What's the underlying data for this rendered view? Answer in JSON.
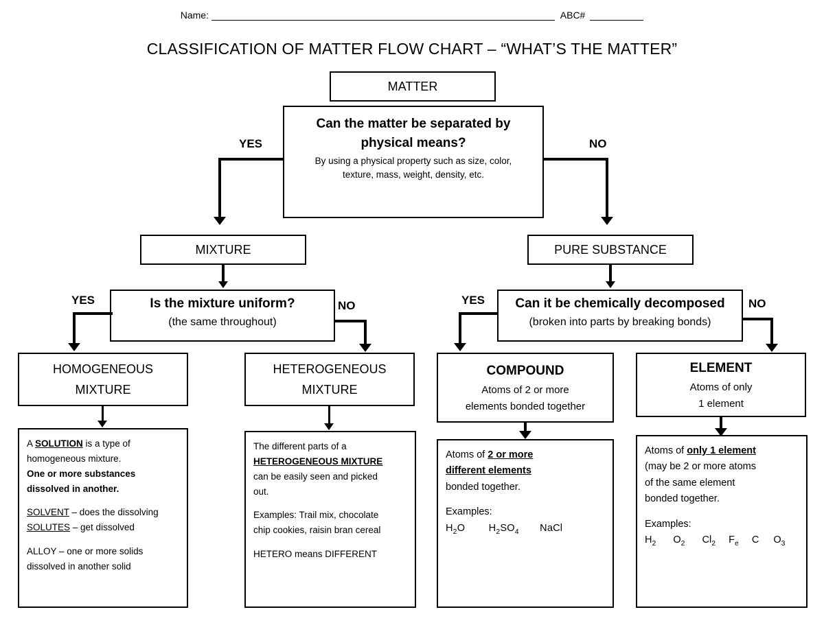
{
  "header": {
    "name_label": "Name:",
    "abc_label": "ABC#"
  },
  "title": "CLASSIFICATION OF MATTER FLOW CHART – “WHAT’S THE MATTER”",
  "nodes": {
    "matter": {
      "label": "MATTER"
    },
    "q1": {
      "question_line1": "Can the matter be separated by",
      "question_line2": "physical means?",
      "detail_line1": "By using a physical property such as size, color,",
      "detail_line2": "texture, mass, weight, density, etc.",
      "yes_label": "YES",
      "no_label": "NO"
    },
    "mixture": {
      "label": "MIXTURE"
    },
    "pure_substance": {
      "label": "PURE SUBSTANCE"
    },
    "q2": {
      "question": "Is the mixture uniform?",
      "detail": "(the same throughout)",
      "yes_label": "YES",
      "no_label": "NO"
    },
    "q3": {
      "question": "Can it be chemically decomposed",
      "detail": "(broken into parts by breaking bonds)",
      "yes_label": "YES",
      "no_label": "NO"
    },
    "homogeneous": {
      "line1": "HOMOGENEOUS",
      "line2": "MIXTURE"
    },
    "heterogeneous": {
      "line1": "HETEROGENEOUS",
      "line2": "MIXTURE"
    },
    "compound": {
      "title": "COMPOUND",
      "line1": "Atoms of 2 or more",
      "line2": "elements bonded together"
    },
    "element": {
      "title": "ELEMENT",
      "line1": "Atoms of only",
      "line2": "1 element"
    }
  },
  "details": {
    "solution": {
      "p1_pre": "A ",
      "p1_term": "SOLUTION",
      "p1_post": " is a type of",
      "p2": "homogeneous mixture.",
      "p3": "One or more substances",
      "p4": "dissolved in another.",
      "p5_term": "SOLVENT",
      "p5_post": " – does the dissolving",
      "p6_term": "SOLUTES",
      "p6_post": " – get dissolved",
      "p7": "ALLOY – one or more solids",
      "p8": "dissolved in another solid"
    },
    "heterogeneous": {
      "p1": "The different parts of a",
      "p2_term": "HETEROGENEOUS MIXTURE",
      "p3": "can be easily seen and picked",
      "p4": "out.",
      "p5": "Examples: Trail mix, chocolate",
      "p6": "chip cookies, raisin bran cereal",
      "p7": "HETERO means DIFFERENT"
    },
    "compound": {
      "p1_pre": "Atoms of ",
      "p1_term": "2 or more",
      "p2_term": "different elements",
      "p3": "bonded together.",
      "examples_label": "Examples:",
      "examples": [
        "H2O",
        "H2SO4",
        "NaCl"
      ]
    },
    "element": {
      "p1_pre": "Atoms of ",
      "p1_term": " only 1 element",
      "p2": "(may be 2 or more atoms",
      "p3": "of the same element",
      "p4": "bonded together.",
      "examples_label": "Examples:",
      "examples": [
        "H2",
        "O2",
        "Cl2",
        "Fe",
        "C",
        "O3"
      ]
    }
  }
}
